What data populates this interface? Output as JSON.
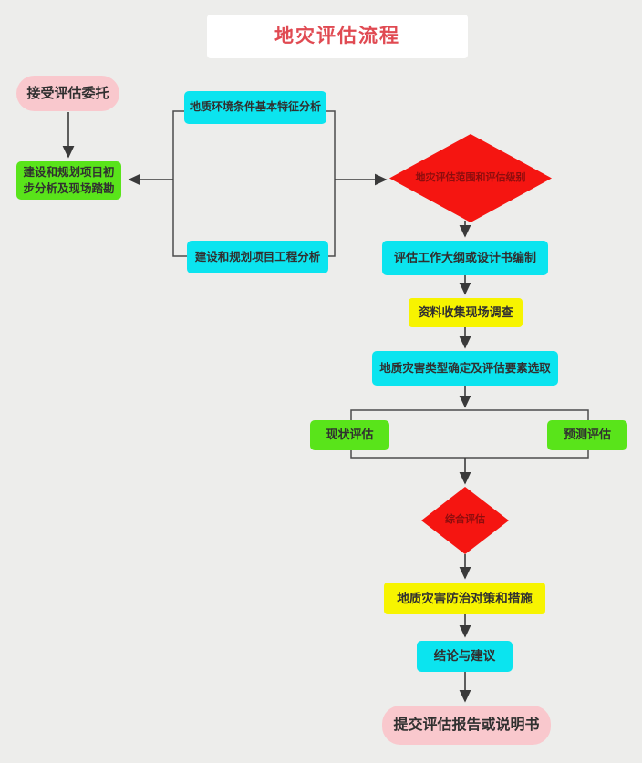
{
  "title": "地灾评估流程",
  "colors": {
    "background": "#ededeb",
    "title_text": "#e04a52",
    "start_end_pink": "#f9c8cd",
    "process_green": "#59e41a",
    "process_cyan": "#0be4ef",
    "process_yellow": "#f7f400",
    "decision_red": "#f51511",
    "decision_text": "#8c0d0d",
    "node_text": "#303030",
    "connector": "#3a3a3a"
  },
  "nodes": {
    "start": {
      "label": "接受评估委托",
      "shape": "rounded",
      "color": "pink"
    },
    "initial_analysis": {
      "label": "建设和规划项目初步分析及现场踏勘",
      "shape": "rect",
      "color": "green"
    },
    "geo_env_analysis": {
      "label": "地质环境条件基本特征分析",
      "shape": "rect",
      "color": "cyan"
    },
    "project_eng_analysis": {
      "label": "建设和规划项目工程分析",
      "shape": "rect",
      "color": "cyan"
    },
    "scope_level_decision": {
      "label": "地灾评估范围和评估级别",
      "shape": "diamond",
      "color": "red"
    },
    "outline_design": {
      "label": "评估工作大纲或设计书编制",
      "shape": "rect",
      "color": "cyan"
    },
    "data_collection": {
      "label": "资料收集现场调查",
      "shape": "rect",
      "color": "yellow"
    },
    "type_factor_selection": {
      "label": "地质灾害类型确定及评估要素选取",
      "shape": "rect",
      "color": "cyan"
    },
    "current_evaluation": {
      "label": "现状评估",
      "shape": "rect",
      "color": "green"
    },
    "predictive_evaluation": {
      "label": "预测评估",
      "shape": "rect",
      "color": "green"
    },
    "comprehensive_evaluation": {
      "label": "综合评估",
      "shape": "diamond",
      "color": "red"
    },
    "prevention_measures": {
      "label": "地质灾害防治对策和措施",
      "shape": "rect",
      "color": "yellow"
    },
    "conclusion_suggestion": {
      "label": "结论与建议",
      "shape": "rect",
      "color": "cyan"
    },
    "end": {
      "label": "提交评估报告或说明书",
      "shape": "rounded",
      "color": "pink"
    }
  }
}
